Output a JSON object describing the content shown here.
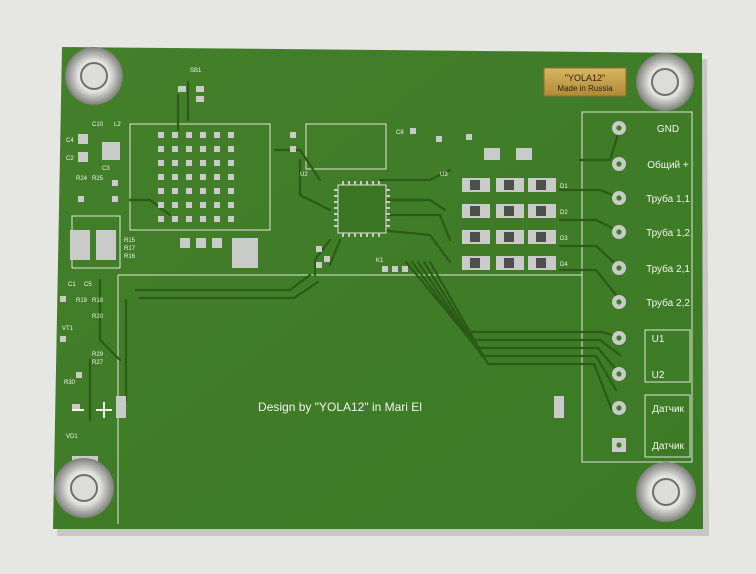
{
  "board": {
    "design_credit": "Design by \"YOLA12\"  in Mari El",
    "logo_title": "\"YOLA12\"",
    "logo_sub": "Made in Russia"
  },
  "connector_labels": [
    "GND",
    "Общий +",
    "Труба 1,1",
    "Труба 1,2",
    "Труба 2,1",
    "Труба 2,2",
    "U1",
    "U2",
    "Датчик",
    "Датчик"
  ],
  "ref_labels": {
    "sb1": "SB1",
    "c10": "C10",
    "l2": "L2",
    "c4": "C4",
    "c2": "C2",
    "c3": "C3",
    "r24": "R24",
    "r25": "R25",
    "r15": "R15",
    "r17": "R17",
    "r16": "R16",
    "c1": "C1",
    "c5": "C5",
    "r19": "R19",
    "r18": "R18",
    "r20": "R20",
    "r29": "R29",
    "r27": "R27",
    "r30": "R30",
    "vt1": "VT1",
    "vd1": "VD1",
    "k1": "K1",
    "d1": "D1",
    "d2": "D2",
    "d3": "D3",
    "d4": "D4",
    "c8": "C8",
    "u2": "U2",
    "u3": "U3"
  },
  "colors": {
    "background": "#e6e7e3",
    "solder_mask": "#3f7e26",
    "copper_trace": "#2c5a17",
    "silkscreen": "#f2f4ee",
    "pad_tin": "#c9cbc8",
    "gold_logo": "#c8a34a"
  }
}
